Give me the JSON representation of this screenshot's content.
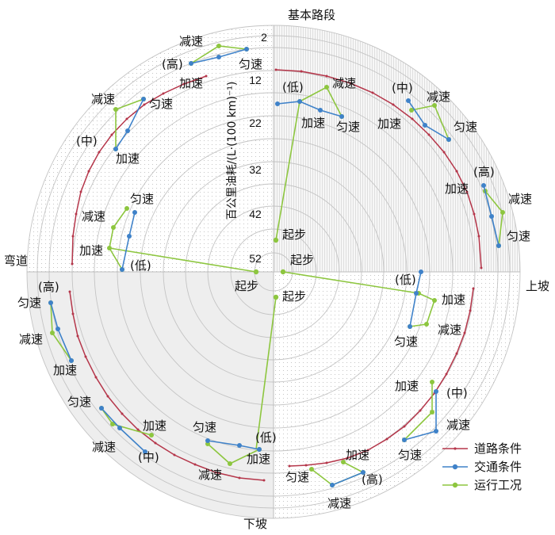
{
  "chart_data": {
    "type": "radar",
    "y_axis": {
      "label": "百公里油耗/(L·(100 km)⁻¹)",
      "ticks": [
        "2",
        "12",
        "22",
        "32",
        "42",
        "52"
      ]
    },
    "axis_labels": {
      "top": "基本路段",
      "right": "上坡",
      "bottom": "下坡",
      "left": "弯道"
    },
    "legend": [
      {
        "name": "道路条件",
        "color": "#b5364a"
      },
      {
        "name": "交通条件",
        "color": "#3f82c9"
      },
      {
        "name": "运行工况",
        "color": "#8dc63f"
      }
    ],
    "texts": {
      "qibu": "起步",
      "jiasu": "加速",
      "jiansu": "减速",
      "yunsu": "匀速",
      "low": "(低)",
      "mid": "(中)",
      "high": "(高)"
    },
    "colors": {
      "road": "#b5364a",
      "traffic": "#3f82c9",
      "operation": "#8dc63f",
      "grid": "#c0c0c0"
    }
  }
}
